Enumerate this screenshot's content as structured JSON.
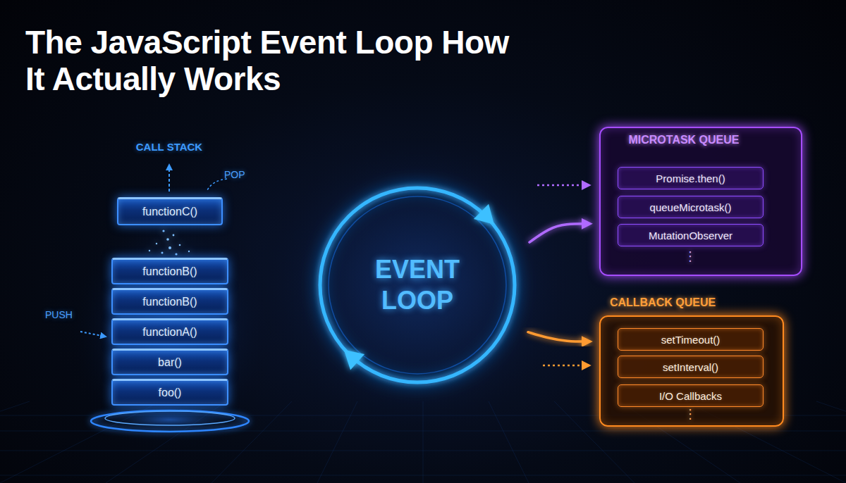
{
  "diagram": {
    "title": "The JavaScript Event Loop How It Actually Works",
    "nodes": [
      {
        "text": [
          "functionC()"
        ]
      },
      {
        "text": [
          "functionB()"
        ]
      },
      {
        "text": [
          "functionB()"
        ]
      },
      {
        "text": [
          "functionA()"
        ]
      },
      {
        "text": [
          "bar()"
        ]
      },
      {
        "text": [
          "foo()"
        ]
      },
      {
        "text": [
          "EVENT LOOP"
        ]
      },
      {
        "text": [
          "MICROTASK QUEUE",
          "⋮"
        ]
      },
      {
        "text": [
          "Promise.then()"
        ],
        "in": 7
      },
      {
        "text": [
          "queueMicrotask()"
        ],
        "in": 7
      },
      {
        "text": [
          "MutationObserver"
        ],
        "in": 7
      },
      {
        "text": [
          "CALLBACK QUEUE",
          "⋮"
        ]
      },
      {
        "text": [
          "setTimeout()"
        ],
        "in": 11
      },
      {
        "text": [
          "setInterval()"
        ],
        "in": 11
      },
      {
        "text": [
          "I/O Callbacks"
        ],
        "in": 11
      }
    ],
    "edges": [
      {
        "from": 1,
        "to": 6,
        "arrow": "to"
      },
      {
        "from": 6,
        "to": 7,
        "arrow": "to"
      },
      {
        "from": 6,
        "to": 11,
        "arrow": "to"
      }
    ],
    "labels": [
      "CALL STACK",
      "POP",
      "PUSH"
    ]
  }
}
